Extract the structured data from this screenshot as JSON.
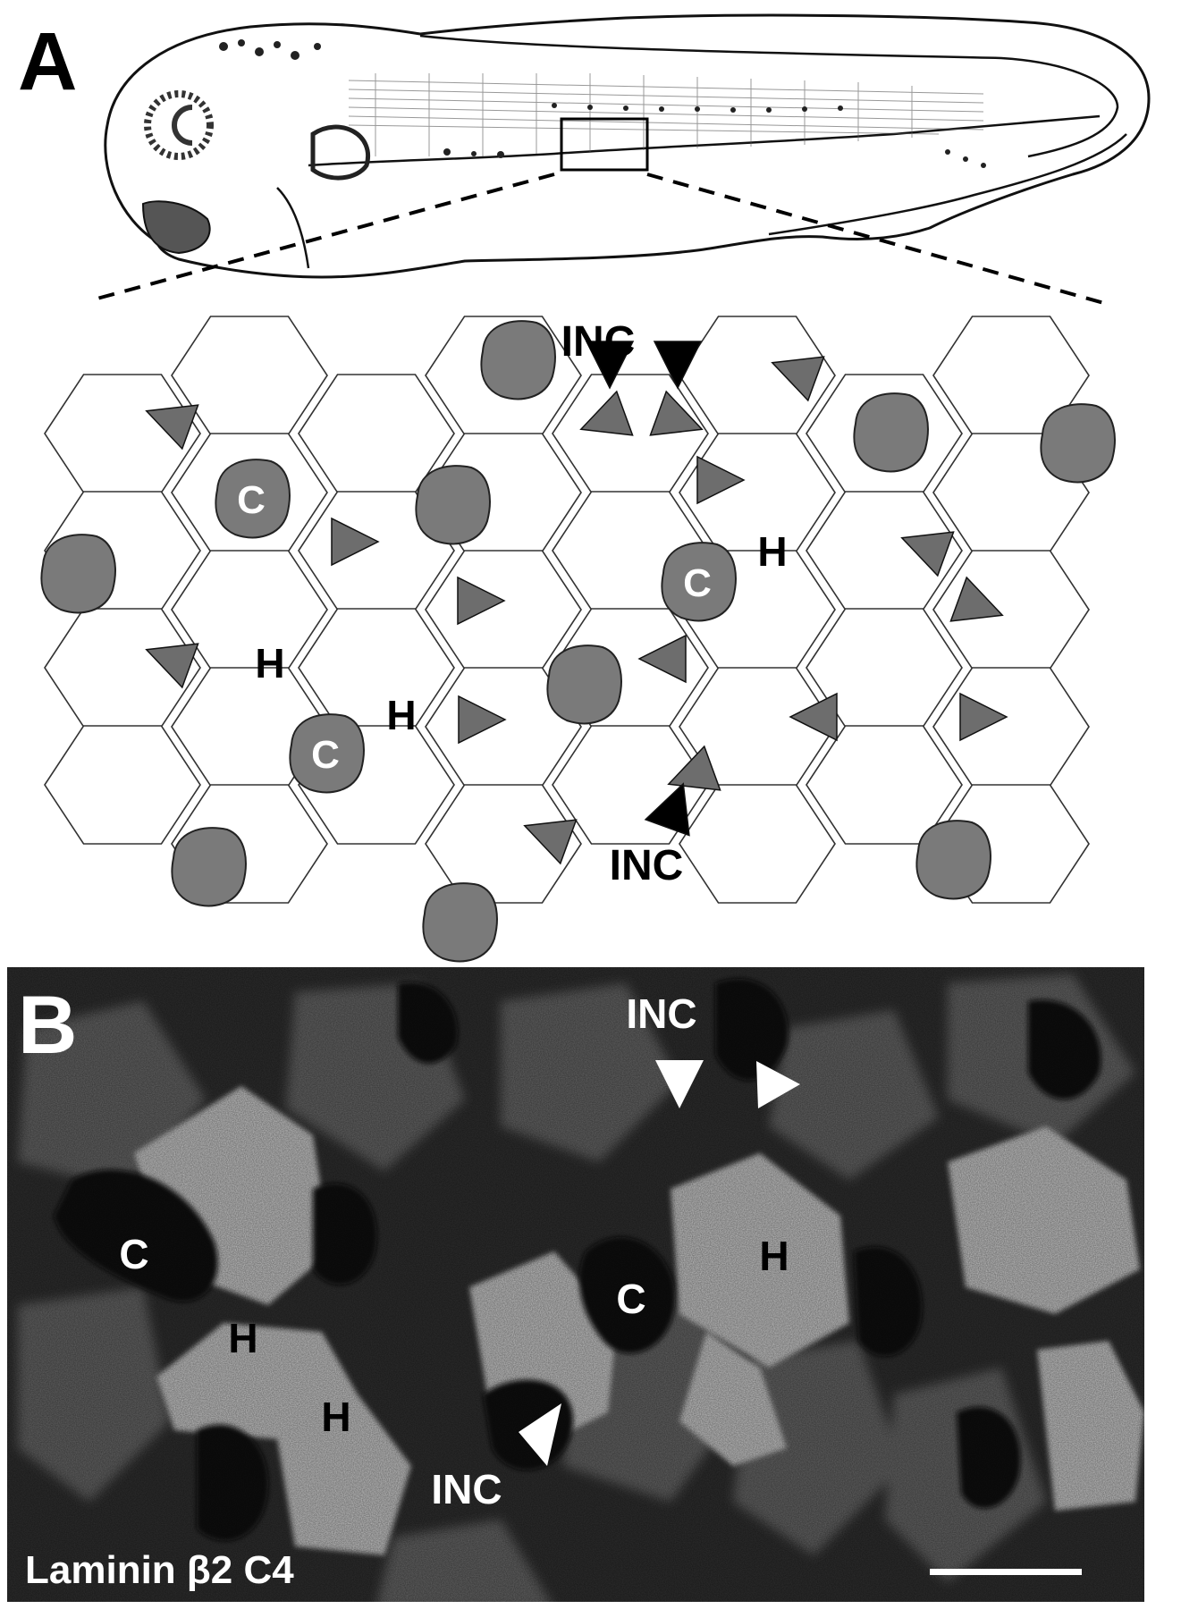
{
  "panels": {
    "a": {
      "letter": "A"
    },
    "b": {
      "letter": "B"
    }
  },
  "labels": {
    "inc": "INC",
    "c": "C",
    "h": "H"
  },
  "panel_b": {
    "stain": "Laminin β2 C4"
  },
  "colors": {
    "cell_fill": "#7a7a7a",
    "cell_outline": "#222222",
    "hex_stroke": "#333333",
    "photo_bg": "#1c1c1c",
    "bright_cell": "#bdbdbd"
  },
  "icons": {
    "gray_arrowhead": "triangle-gray",
    "black_arrowhead": "triangle-black",
    "white_arrowhead": "triangle-white"
  }
}
